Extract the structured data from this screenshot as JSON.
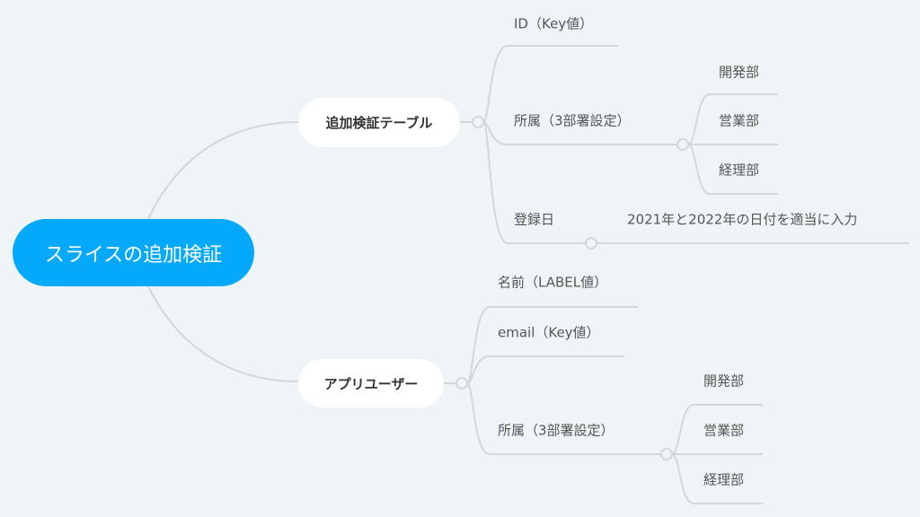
{
  "root": {
    "label": "スライスの追加検証"
  },
  "topics": [
    {
      "label": "追加検証テーブル",
      "children": [
        {
          "label": "ID（Key値）"
        },
        {
          "label": "所属（3部署設定）",
          "children": [
            "開発部",
            "営業部",
            "経理部"
          ]
        },
        {
          "label": "登録日",
          "children": [
            "2021年と2022年の日付を適当に入力"
          ]
        }
      ]
    },
    {
      "label": "アプリユーザー",
      "children": [
        {
          "label": "名前（LABEL値）"
        },
        {
          "label": "email（Key値）"
        },
        {
          "label": "所属（3部署設定）",
          "children": [
            "開発部",
            "営業部",
            "経理部"
          ]
        }
      ]
    }
  ],
  "colors": {
    "root": "#04a9fb",
    "line": "#d3d7db",
    "background": "#eff4f7"
  }
}
